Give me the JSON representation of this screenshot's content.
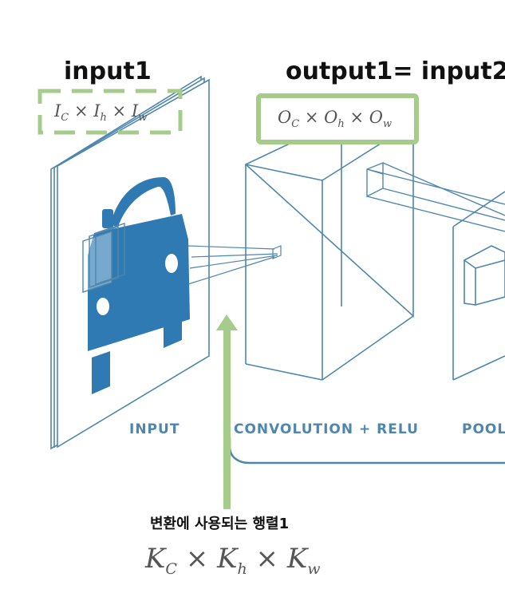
{
  "labels": {
    "input_heading": "input1",
    "output_heading": "output1= input2"
  },
  "formulas": {
    "input": "I",
    "input_sub": "C",
    "times1": "×",
    "input_h": "I",
    "input_h_sub": "h",
    "times2": "×",
    "input_w": "I",
    "input_w_sub": "w",
    "output": "O",
    "output_sub": "C",
    "otimes1": "×",
    "output_h": "O",
    "output_h_sub": "h",
    "otimes2": "×",
    "output_w": "O",
    "output_w_sub": "w",
    "kernel": "K",
    "kernel_sub": "C",
    "ktimes1": "×",
    "kernel_h": "K",
    "kernel_h_sub": "h",
    "ktimes2": "×",
    "kernel_w": "K",
    "kernel_w_sub": "w"
  },
  "stages": {
    "input": "INPUT",
    "conv": "CONVOLUTION + RELU",
    "pool": "POOL"
  },
  "caption": "변환에 사용되는 행렬1",
  "colors": {
    "green": "#a6cc8b",
    "line": "#4f86ad",
    "car": "#2f7ab2"
  }
}
